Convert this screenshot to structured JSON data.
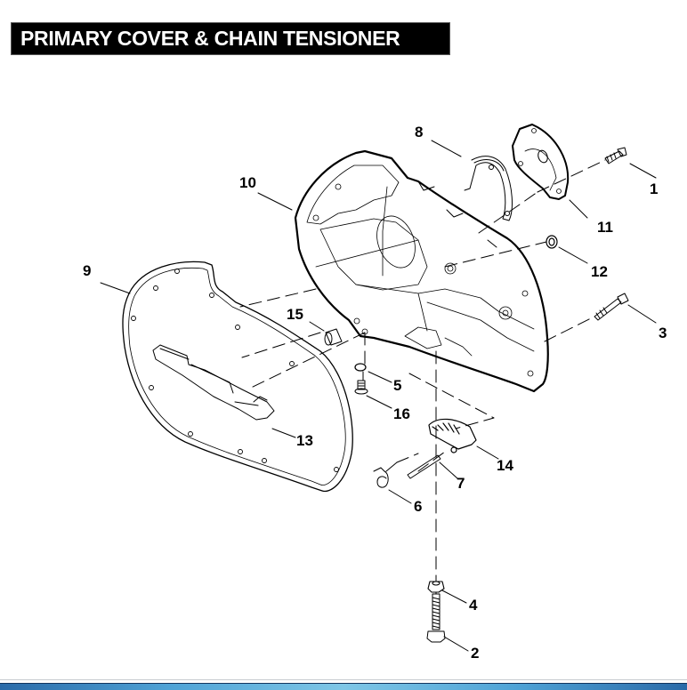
{
  "title": "PRIMARY COVER & CHAIN TENSIONER",
  "callouts": [
    {
      "id": "1",
      "part": "screw"
    },
    {
      "id": "2",
      "part": "adjusting-screw"
    },
    {
      "id": "3",
      "part": "cover-screw"
    },
    {
      "id": "4",
      "part": "locknut"
    },
    {
      "id": "5",
      "part": "o-ring"
    },
    {
      "id": "6",
      "part": "spring"
    },
    {
      "id": "7",
      "part": "pin"
    },
    {
      "id": "8",
      "part": "retaining-ring"
    },
    {
      "id": "9",
      "part": "gasket"
    },
    {
      "id": "10",
      "part": "primary-cover"
    },
    {
      "id": "11",
      "part": "derby-cover"
    },
    {
      "id": "12",
      "part": "seal"
    },
    {
      "id": "13",
      "part": "chain-guide"
    },
    {
      "id": "14",
      "part": "tensioner-shoe"
    },
    {
      "id": "15",
      "part": "dowel"
    },
    {
      "id": "16",
      "part": "drain-plug"
    }
  ]
}
